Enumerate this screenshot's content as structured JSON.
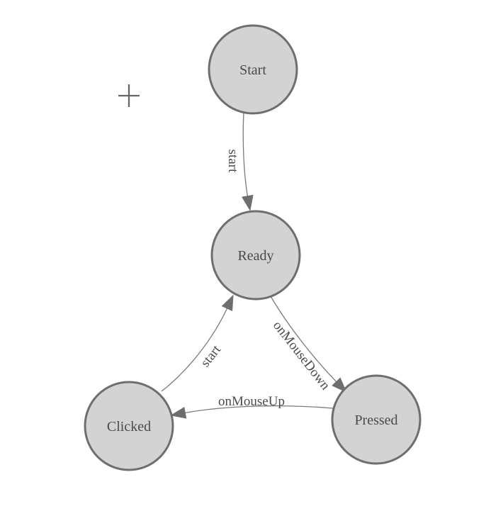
{
  "canvas": {
    "crosshair_symbol": "+"
  },
  "diagram": {
    "type": "state-machine",
    "nodes": [
      {
        "id": "start",
        "label": "Start"
      },
      {
        "id": "ready",
        "label": "Ready"
      },
      {
        "id": "clicked",
        "label": "Clicked"
      },
      {
        "id": "pressed",
        "label": "Pressed"
      }
    ],
    "edges": [
      {
        "from": "Start",
        "to": "Ready",
        "label": "start"
      },
      {
        "from": "Ready",
        "to": "Pressed",
        "label": "onMouseDown"
      },
      {
        "from": "Pressed",
        "to": "Clicked",
        "label": "onMouseUp"
      },
      {
        "from": "Clicked",
        "to": "Ready",
        "label": "start"
      }
    ],
    "colors": {
      "background": "#ffffff",
      "node_fill": "#d3d3d3",
      "node_stroke": "#6e6e6e",
      "label_text": "#4a4a4a",
      "edge_stroke": "#7a7a7a",
      "arrow_fill": "#6e6e6e",
      "crosshair": "#666666"
    }
  }
}
